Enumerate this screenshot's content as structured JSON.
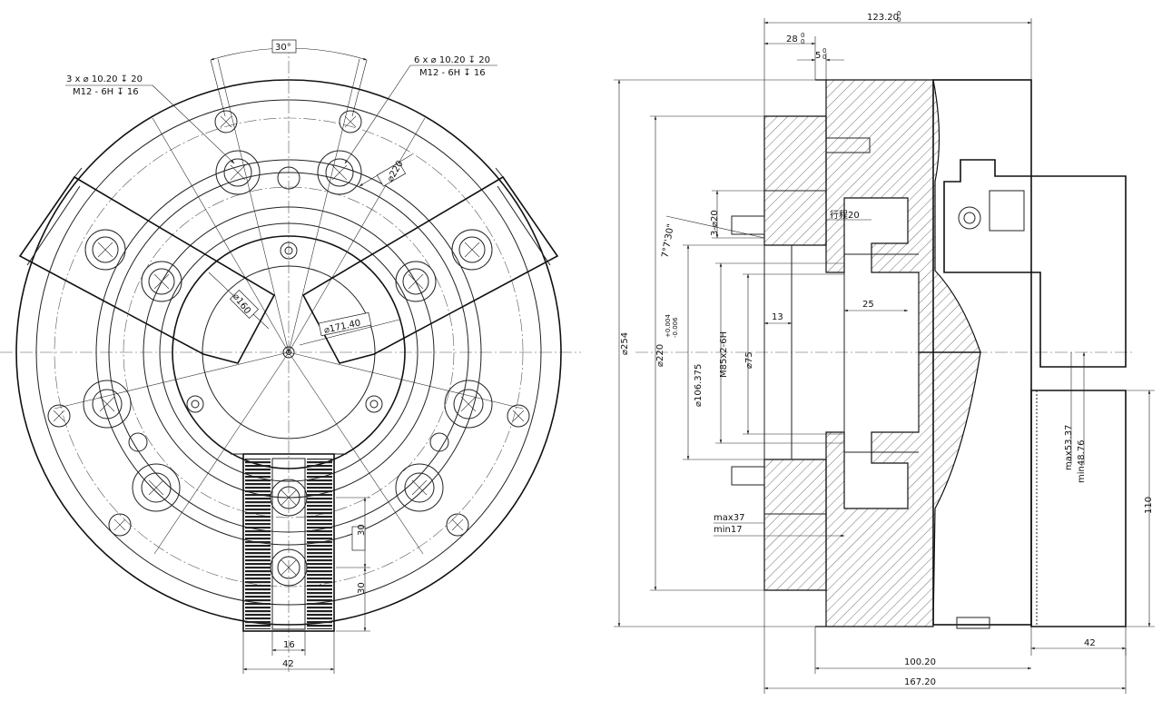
{
  "front_view": {
    "hole_callout_left": {
      "line1": "3 x ⌀ 10.20 ↧ 20",
      "line2": "M12 - 6H ↧ 16"
    },
    "hole_callout_right": {
      "line1": "6 x ⌀ 10.20 ↧ 20",
      "line2": "M12 - 6H ↧ 16"
    },
    "angle_30": "30°",
    "dia_220": "⌀220",
    "dia_160": "⌀160",
    "dia_171_40": "⌀171.40",
    "dim_30_upper": "30",
    "dim_30_lower": "30",
    "dim_16": "16",
    "dim_42": "42"
  },
  "side_view": {
    "dim_123_20": "123.20",
    "tol_123_20": "0\n0",
    "dim_28": "28",
    "tol_28": "0\n0",
    "dim_5": "5",
    "tol_5": "0\n0",
    "dia_254": "⌀254",
    "dia_220": "⌀220",
    "dia_106_375": "⌀106.375",
    "tol_106_375_upper": "+0.004",
    "tol_106_375_lower": "-0.006",
    "thread_m85": "M85x2-6H",
    "dia_75": "⌀75",
    "dim_13": "13",
    "dim_25": "25",
    "holes_3_d20": "3-⌀20",
    "angle_7": "7°7'30\"",
    "stroke_20": "行程20",
    "max37": "max37",
    "min17": "min17",
    "max53_37": "max53.37",
    "min48_76": "min48.76",
    "dim_110": "110",
    "dim_42": "42",
    "dim_100_20": "100.20",
    "dim_167_20": "167.20"
  }
}
